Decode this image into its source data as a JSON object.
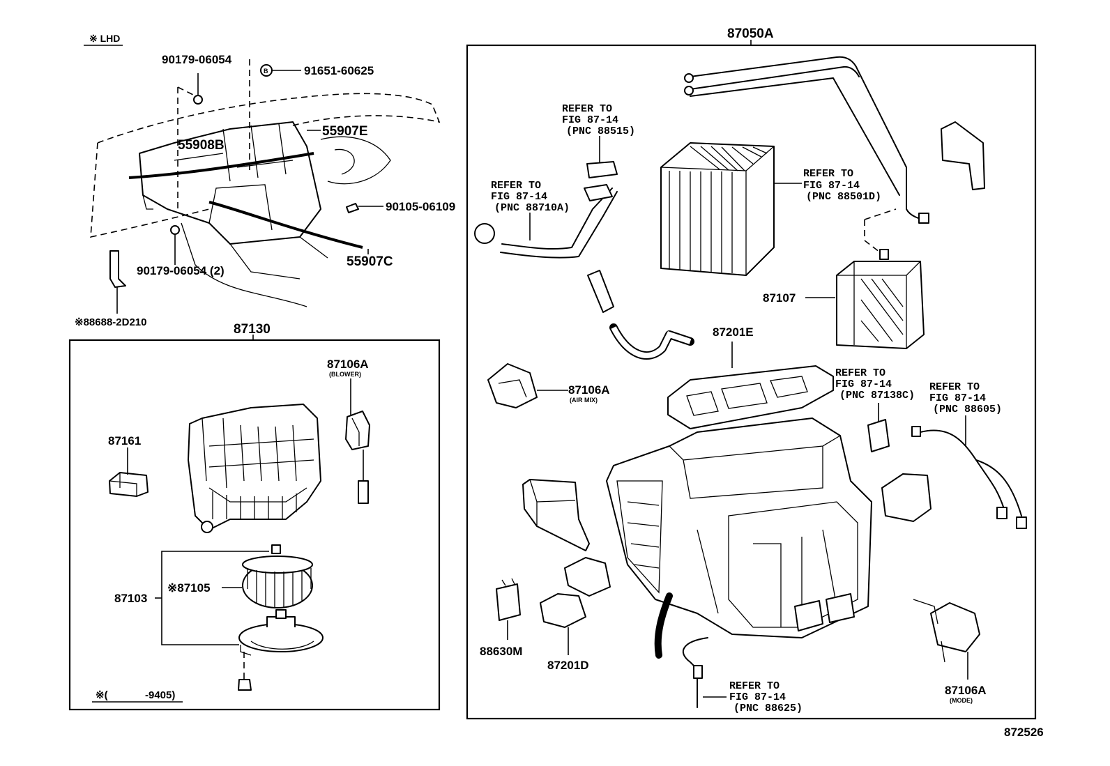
{
  "diagram_code": "872526",
  "lhd_note": "※ LHD",
  "top_left": {
    "labels": {
      "p90179_06054_top": "90179-06054",
      "p91651_60625": "91651-60625",
      "p55908B": "55908B",
      "p55907E": "55907E",
      "p90105_06109": "90105-06109",
      "p90179_06054_bottom": "90179-06054 (2)",
      "p55907C": "55907C",
      "p88688_2D210": "※88688-2D210"
    }
  },
  "blower_box": {
    "title": "87130",
    "labels": {
      "p87106A_blower": "87106A",
      "p87106A_blower_note": "(BLOWER)",
      "p87161": "87161",
      "p87103": "87103",
      "p87105": "※87105"
    },
    "footnote": {
      "mark": "※(",
      "range": "-9405)"
    }
  },
  "unit_box": {
    "title": "87050A",
    "labels": {
      "p87107": "87107",
      "p87201E": "87201E",
      "p87106A_airmix": "87106A",
      "p87106A_airmix_note": "(AIR MIX)",
      "p88630M": "88630M",
      "p87201D": "87201D",
      "p87106A_mode": "87106A",
      "p87106A_mode_note": "(MODE)"
    },
    "refs": [
      {
        "line1": "REFER TO",
        "line2": "FIG 87-14",
        "line3": "(PNC 88515)"
      },
      {
        "line1": "REFER TO",
        "line2": "FIG 87-14",
        "line3": "(PNC 88710A)"
      },
      {
        "line1": "REFER TO",
        "line2": "FIG 87-14",
        "line3": "(PNC 88501D)"
      },
      {
        "line1": "REFER TO",
        "line2": "FIG 87-14",
        "line3": "(PNC 87138C)"
      },
      {
        "line1": "REFER TO",
        "line2": "FIG 87-14",
        "line3": "(PNC 88605)"
      },
      {
        "line1": "REFER TO",
        "line2": "FIG 87-14",
        "line3": "(PNC 88625)"
      }
    ]
  }
}
